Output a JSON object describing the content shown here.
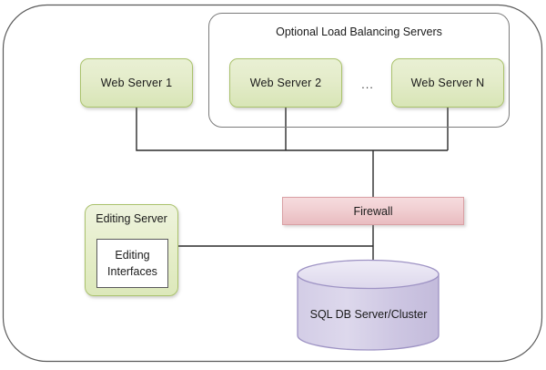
{
  "diagram": {
    "title_text": "Optional Load Balancing Servers",
    "colors": {
      "node_green_border": "#aac26c",
      "node_green_fill": "#e2ebc6",
      "firewall_border": "#d9a0a4",
      "firewall_fill": "#f0cdd0",
      "database_fill": "#cfc8e4",
      "database_border": "#9e93c4",
      "connector_line": "#2b2b2b",
      "outer_border": "#5a5a5a",
      "container_border": "#7b7b7b",
      "text": "#1a1a1a"
    },
    "load_balancing_group": {
      "label": "Optional Load Balancing Servers",
      "servers": [
        {
          "label": "Web Server 2"
        },
        {
          "label": "Web Server N"
        }
      ],
      "ellipsis": "..."
    },
    "standalone_server": {
      "label": "Web Server 1"
    },
    "firewall": {
      "label": "Firewall"
    },
    "editing_server": {
      "label": "Editing Server",
      "inner": {
        "line1": "Editing",
        "line2": "Interfaces"
      }
    },
    "database": {
      "label": "SQL DB Server/Cluster"
    }
  }
}
